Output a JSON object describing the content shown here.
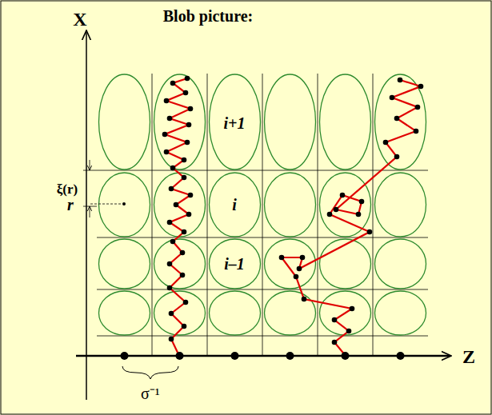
{
  "diagram": {
    "title": "Blob picture:",
    "labels": [
      "X",
      "Z",
      "r",
      "ξ(r)",
      "i+1",
      "i",
      "i–1",
      "σ⁻¹"
    ]
  }
}
